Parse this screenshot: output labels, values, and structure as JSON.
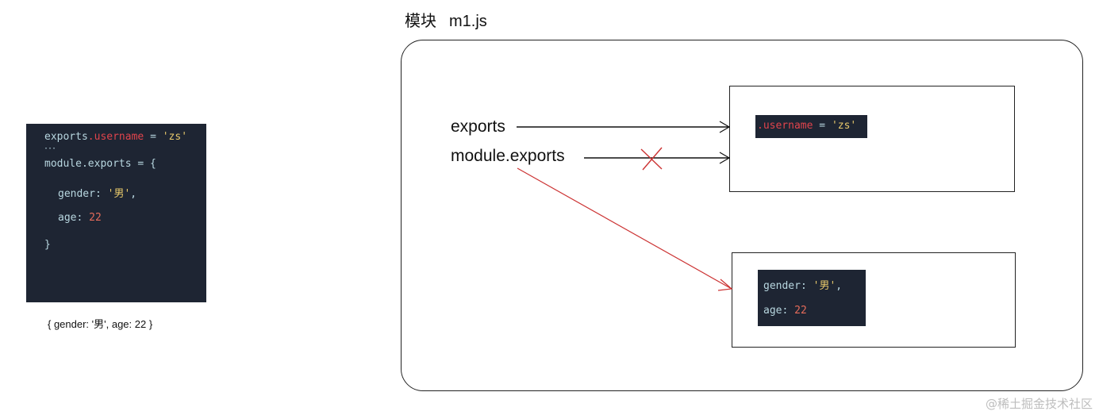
{
  "module_title": {
    "prefix": "模块",
    "filename": "m1.js"
  },
  "code": {
    "line1": {
      "object": "exports",
      "dot": ".",
      "prop": "username",
      "eq": " = ",
      "value": "'zs'"
    },
    "line2": "module.exports = {",
    "line3": {
      "key": "gender: ",
      "value": "'男'",
      "trail": ","
    },
    "line4": {
      "key": "age: ",
      "value": "22"
    },
    "line5": "}"
  },
  "result": "{ gender: '男', age: 22 }",
  "labels": {
    "exports": "exports",
    "module_exports": "module.exports"
  },
  "box1_snippet": {
    "prop": ".username",
    "eq": " = ",
    "value": "'zs'"
  },
  "box2_snippet": {
    "gender_key": "gender: ",
    "gender_value": "'男'",
    "gender_trail": ",",
    "age_key": "age: ",
    "age_value": "22"
  },
  "colors": {
    "code_bg": "#1e2533",
    "arrow_black": "#111111",
    "arrow_red": "#cc3333"
  },
  "watermark": "@稀土掘金技术社区"
}
